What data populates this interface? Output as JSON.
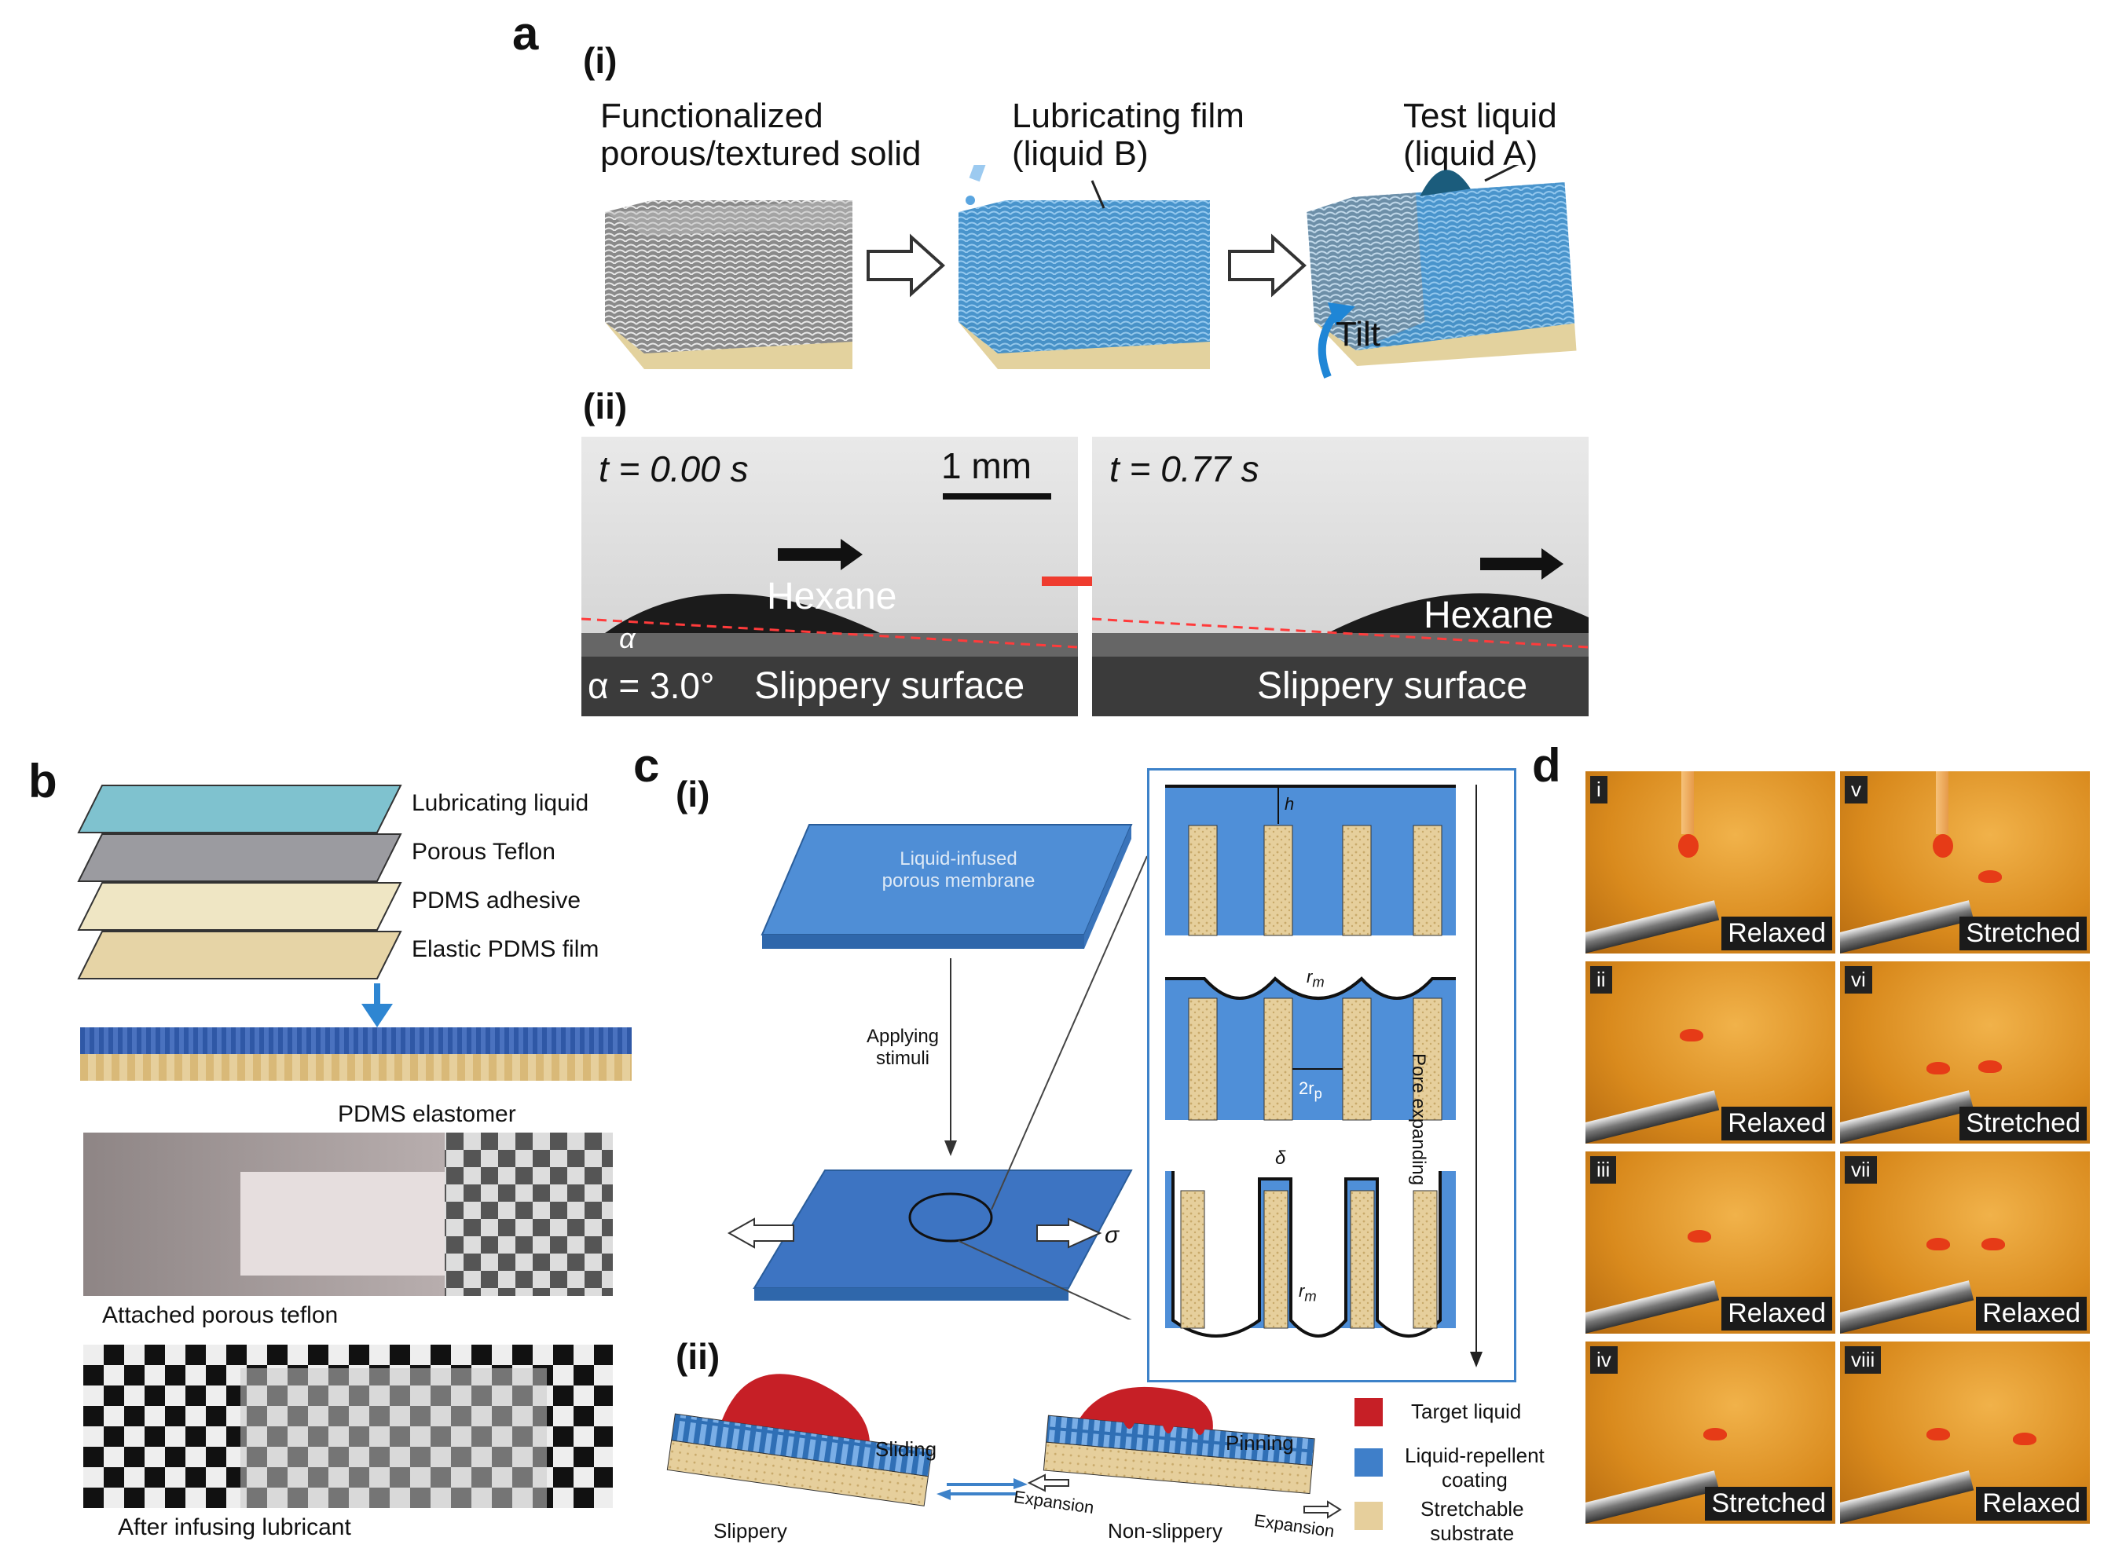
{
  "panels": {
    "a": "a",
    "b": "b",
    "c": "c",
    "d": "d"
  },
  "a": {
    "i_label": "(i)",
    "ii_label": "(ii)",
    "step1": [
      "Functionalized",
      "porous/textured solid"
    ],
    "step2": [
      "Lubricating film",
      "(liquid B)"
    ],
    "step3": [
      "Test liquid",
      "(liquid A)"
    ],
    "tilt": "Tilt",
    "frame1": {
      "time": "t = 0.00 s",
      "scale": "1 mm",
      "drop": "Hexane",
      "surface": "Slippery surface",
      "angle": "α = 3.0°",
      "alpha": "α"
    },
    "frame2": {
      "time": "t = 0.77 s",
      "drop": "Hexane",
      "surface": "Slippery surface"
    }
  },
  "b": {
    "layers": [
      "Lubricating liquid",
      "Porous Teflon",
      "PDMS adhesive",
      "Elastic PDMS film"
    ],
    "photo1_label": "PDMS elastomer",
    "photo1_caption": "Attached porous teflon",
    "photo2_caption": "After infusing lubricant"
  },
  "c": {
    "i_label": "(i)",
    "ii_label": "(ii)",
    "membrane": [
      "Liquid-infused",
      "porous membrane"
    ],
    "stimuli": [
      "Applying",
      "stimuli"
    ],
    "sigma": "σ",
    "h": "h",
    "rm": "r",
    "rm_sub": "m",
    "rp": "2r",
    "rp_sub": "p",
    "delta": "δ",
    "pore_expanding": "Pore expanding",
    "sliding": "Sliding",
    "pinning": "Pinning",
    "slippery": "Slippery",
    "nonslippery": "Non-slippery",
    "expansion": "Expansion",
    "legend": [
      {
        "label": [
          "Target liquid"
        ],
        "color": "#c61f26"
      },
      {
        "label": [
          "Liquid-repellent",
          "coating"
        ],
        "color": "#3f7fc9"
      },
      {
        "label": [
          "Stretchable",
          "substrate"
        ],
        "color": "#e6cf9c"
      }
    ]
  },
  "d": {
    "tiles": [
      {
        "num": "i",
        "label": "Relaxed"
      },
      {
        "num": "v",
        "label": "Stretched"
      },
      {
        "num": "ii",
        "label": "Relaxed"
      },
      {
        "num": "vi",
        "label": "Stretched"
      },
      {
        "num": "iii",
        "label": "Relaxed"
      },
      {
        "num": "vii",
        "label": "Relaxed"
      },
      {
        "num": "iv",
        "label": "Stretched"
      },
      {
        "num": "viii",
        "label": "Relaxed"
      }
    ]
  }
}
